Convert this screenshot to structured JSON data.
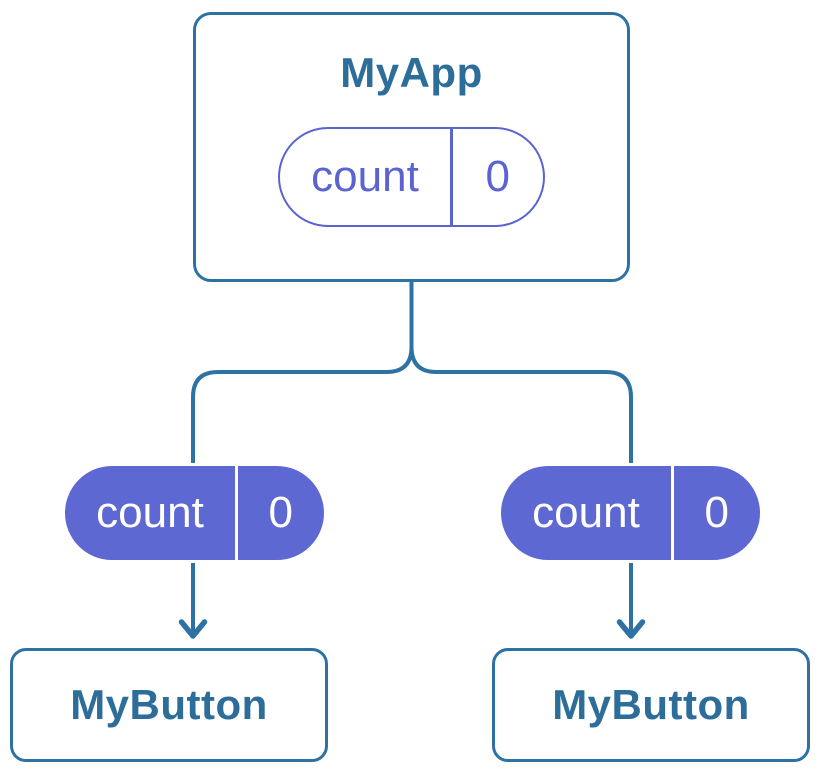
{
  "colors": {
    "background": "#ffffff",
    "edge": "#2e72a4",
    "node_border": "#2e72a4",
    "node_text": "#2d6d99",
    "purple": "#5a63d1",
    "purple_fill": "#5e68d3",
    "pill_text_light": "#ffffff"
  },
  "root": {
    "title": "MyApp",
    "state": {
      "name": "count",
      "value": "0"
    }
  },
  "children": [
    {
      "title": "MyButton",
      "prop": {
        "name": "count",
        "value": "0"
      }
    },
    {
      "title": "MyButton",
      "prop": {
        "name": "count",
        "value": "0"
      }
    }
  ]
}
